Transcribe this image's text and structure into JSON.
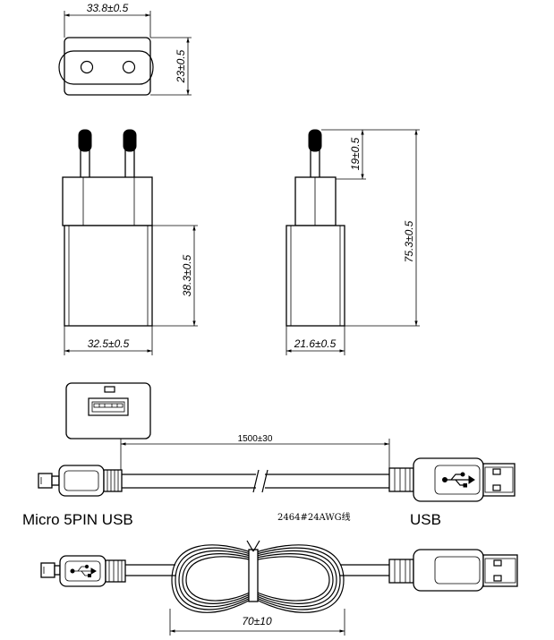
{
  "drawing": {
    "top_view": {
      "width_dim": "33.8±0.5",
      "height_dim": "23±0.5"
    },
    "front_view": {
      "body_height_dim": "38.3±0.5",
      "width_dim": "32.5±0.5"
    },
    "side_view": {
      "pin_length_dim": "19±0.5",
      "total_height_dim": "75.3±0.5",
      "depth_dim": "21.6±0.5"
    },
    "cable": {
      "length_dim": "1500±30",
      "left_connector_label": "Micro 5PIN USB",
      "wire_spec": "2464#24AWG线",
      "right_connector_label": "USB",
      "coil_dim": "70±10"
    }
  },
  "icons": [
    "usb-symbol-icon"
  ],
  "colors": {
    "stroke": "#000000",
    "background": "#ffffff"
  }
}
